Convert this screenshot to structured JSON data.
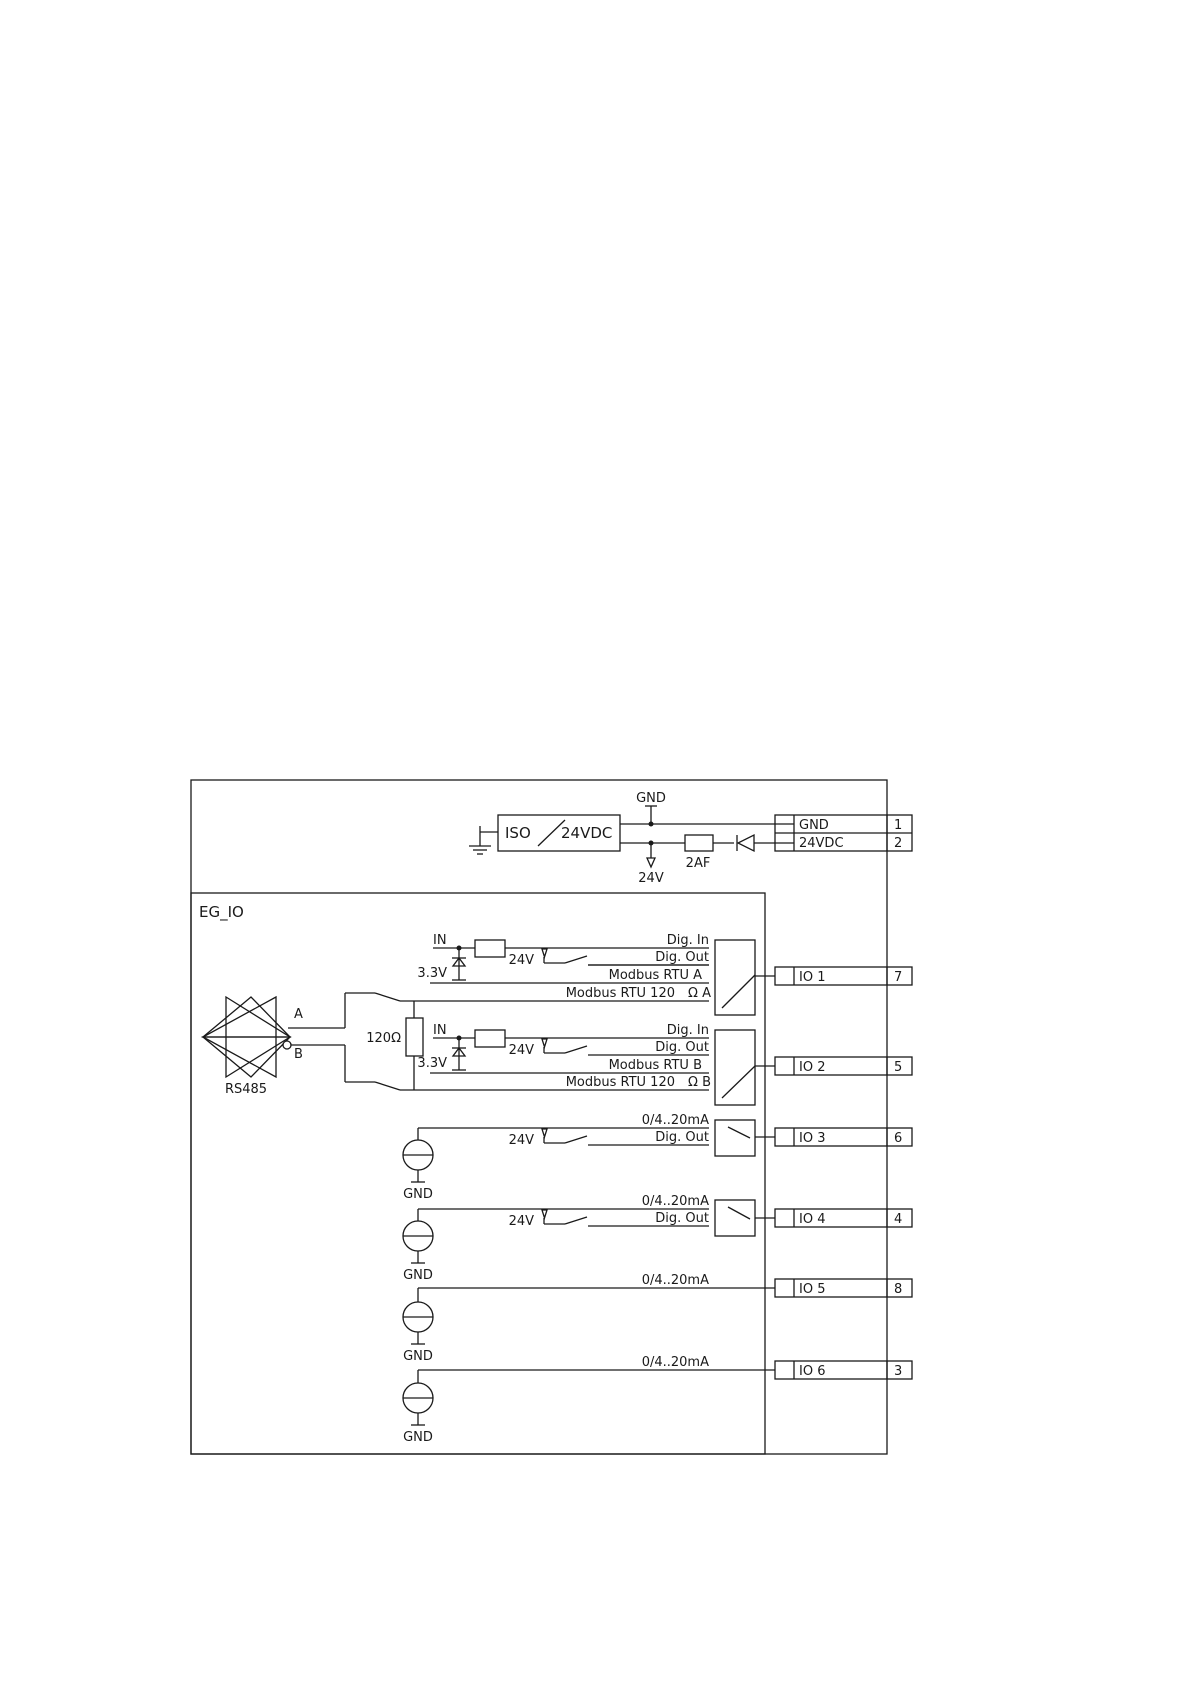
{
  "power": {
    "iso": "ISO",
    "supply": "24VDC",
    "gnd_top": "GND",
    "v24_bottom": "24V",
    "fuse": "2AF"
  },
  "module": {
    "title": "EG_IO"
  },
  "rs485": {
    "label": "RS485",
    "a": "A",
    "b": "B",
    "resistor": "120Ω"
  },
  "channel_a": {
    "in": "IN",
    "v33": "3.3V",
    "v24": "24V",
    "dig_in": "Dig. In",
    "dig_out": "Dig. Out",
    "modbus": "Modbus RTU A",
    "modbus120": "Modbus RTU 120",
    "omega": "Ω A"
  },
  "channel_b": {
    "in": "IN",
    "v33": "3.3V",
    "v24": "24V",
    "dig_in": "Dig. In",
    "dig_out": "Dig. Out",
    "modbus": "Modbus RTU B",
    "modbus120": "Modbus RTU 120",
    "omega": "Ω B"
  },
  "channel_3": {
    "analog": "0/4..20mA",
    "v24": "24V",
    "dig_out": "Dig. Out",
    "gnd": "GND"
  },
  "channel_4": {
    "analog": "0/4..20mA",
    "v24": "24V",
    "dig_out": "Dig. Out",
    "gnd": "GND"
  },
  "channel_5": {
    "analog": "0/4..20mA",
    "gnd": "GND"
  },
  "channel_6": {
    "analog": "0/4..20mA",
    "gnd": "GND"
  },
  "terminals": [
    {
      "name": "GND",
      "pin": "1"
    },
    {
      "name": "24VDC",
      "pin": "2"
    },
    {
      "name": "IO 1",
      "pin": "7"
    },
    {
      "name": "IO 2",
      "pin": "5"
    },
    {
      "name": "IO 3",
      "pin": "6"
    },
    {
      "name": "IO 4",
      "pin": "4"
    },
    {
      "name": "IO 5",
      "pin": "8"
    },
    {
      "name": "IO 6",
      "pin": "3"
    }
  ]
}
